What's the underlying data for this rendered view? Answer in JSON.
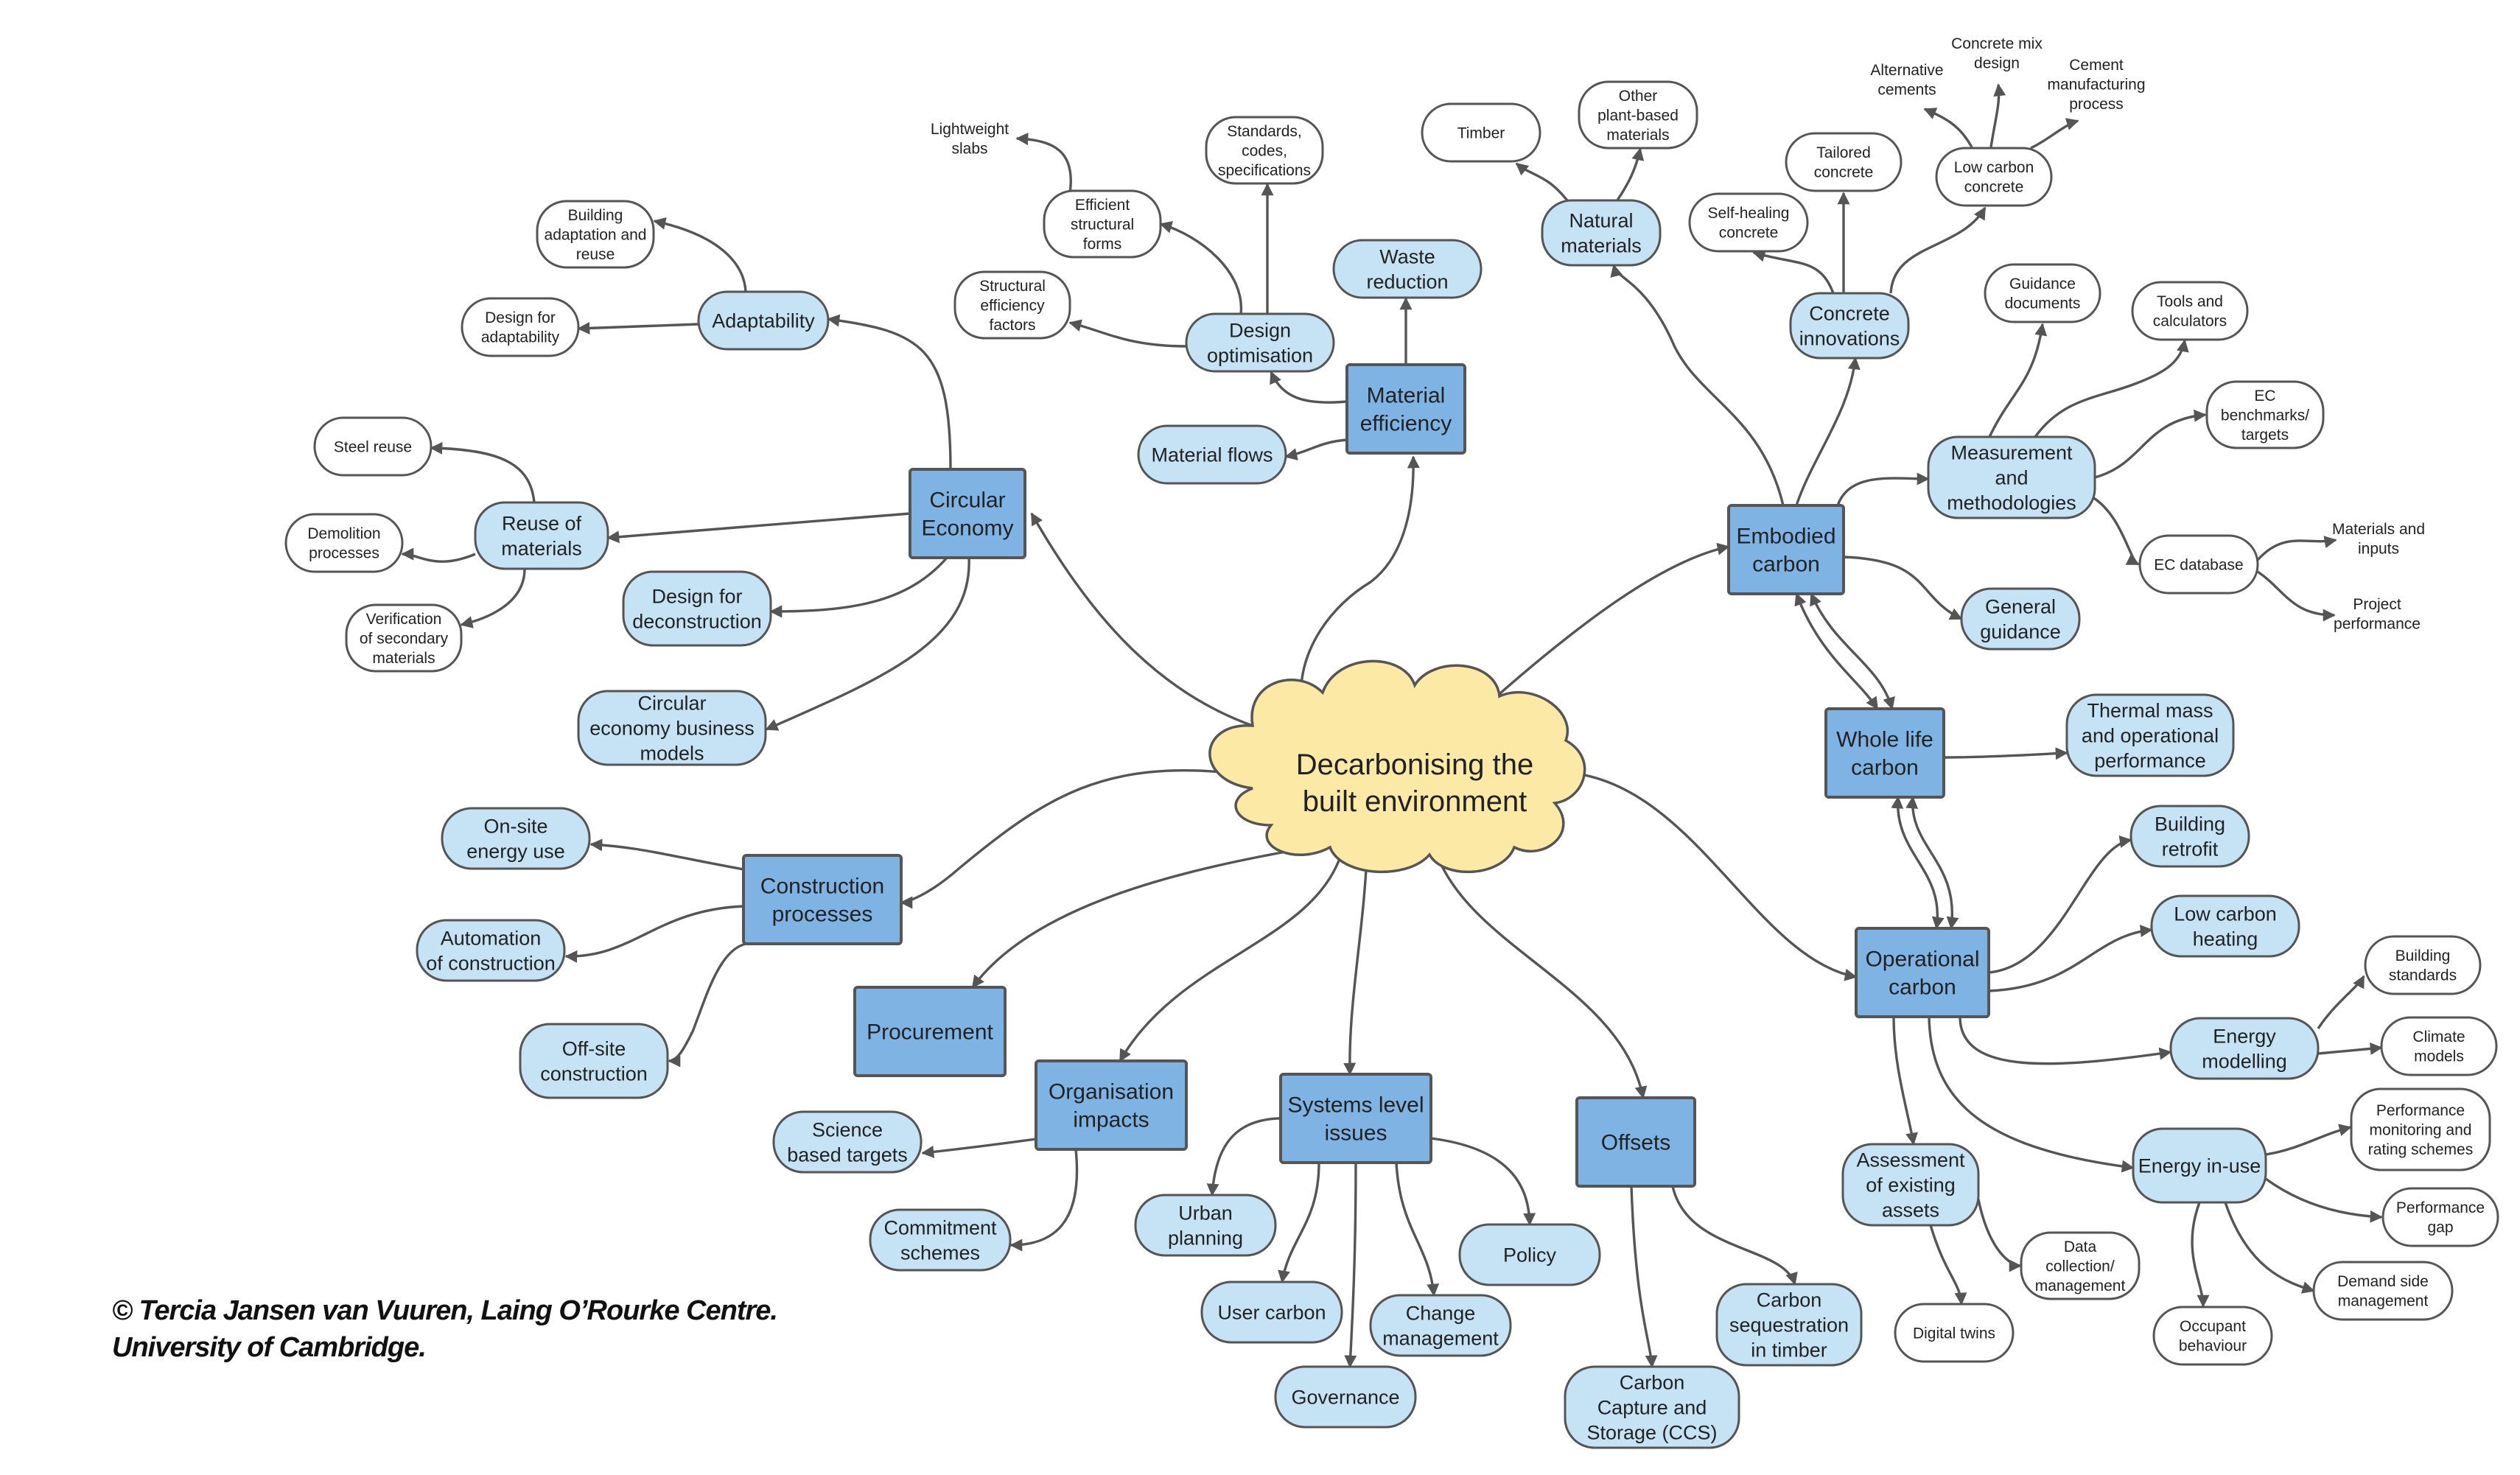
{
  "styles": {
    "root_fill": "#fde9a6",
    "main_fill": "#7fb3e3",
    "sub_fill": "#c6e3f6",
    "leaf_fill": "#ffffff",
    "stroke": "#555555"
  },
  "nodes": {
    "root": [
      "Decarbonising the",
      "built environment"
    ],
    "circular-economy": [
      "Circular",
      "Economy"
    ],
    "material-efficiency": [
      "Material",
      "efficiency"
    ],
    "embodied-carbon": [
      "Embodied",
      "carbon"
    ],
    "whole-life-carbon": [
      "Whole life",
      "carbon"
    ],
    "operational-carbon": [
      "Operational",
      "carbon"
    ],
    "construction-processes": [
      "Construction",
      "processes"
    ],
    "procurement": [
      "Procurement"
    ],
    "organisation-impacts": [
      "Organisation",
      "impacts"
    ],
    "systems-level-issues": [
      "Systems level",
      "issues"
    ],
    "offsets": [
      "Offsets"
    ],
    "adaptability": [
      "Adaptability"
    ],
    "building-adaptation-reuse": [
      "Building",
      "adaptation and",
      "reuse"
    ],
    "design-for-adaptability": [
      "Design for",
      "adaptability"
    ],
    "reuse-of-materials": [
      "Reuse of",
      "materials"
    ],
    "steel-reuse": [
      "Steel reuse"
    ],
    "demolition-processes": [
      "Demolition",
      "processes"
    ],
    "verification-secondary": [
      "Verification",
      "of secondary",
      "materials"
    ],
    "design-for-deconstruction": [
      "Design for",
      "deconstruction"
    ],
    "circular-business-models": [
      "Circular",
      "economy business",
      "models"
    ],
    "design-optimisation": [
      "Design",
      "optimisation"
    ],
    "lightweight-slabs": [
      "Lightweight",
      "slabs"
    ],
    "efficient-structural-forms": [
      "Efficient",
      "structural",
      "forms"
    ],
    "standards-codes": [
      "Standards,",
      "codes,",
      "specifications"
    ],
    "structural-efficiency-factors": [
      "Structural",
      "efficiency",
      "factors"
    ],
    "waste-reduction": [
      "Waste",
      "reduction"
    ],
    "material-flows": [
      "Material flows"
    ],
    "natural-materials": [
      "Natural",
      "materials"
    ],
    "timber": [
      "Timber"
    ],
    "other-plant-based": [
      "Other",
      "plant-based",
      "materials"
    ],
    "concrete-innovations": [
      "Concrete",
      "innovations"
    ],
    "self-healing-concrete": [
      "Self-healing",
      "concrete"
    ],
    "tailored-concrete": [
      "Tailored",
      "concrete"
    ],
    "low-carbon-concrete": [
      "Low carbon",
      "concrete"
    ],
    "alternative-cements": [
      "Alternative",
      "cements"
    ],
    "concrete-mix-design": [
      "Concrete mix",
      "design"
    ],
    "cement-manufacturing": [
      "Cement",
      "manufacturing",
      "process"
    ],
    "measurement-methodologies": [
      "Measurement",
      "and",
      "methodologies"
    ],
    "guidance-documents": [
      "Guidance",
      "documents"
    ],
    "tools-calculators": [
      "Tools and",
      "calculators"
    ],
    "ec-benchmarks": [
      "EC",
      "benchmarks/",
      "targets"
    ],
    "ec-database": [
      "EC database"
    ],
    "materials-inputs": [
      "Materials and",
      "inputs"
    ],
    "project-performance": [
      "Project",
      "performance"
    ],
    "general-guidance": [
      "General",
      "guidance"
    ],
    "thermal-mass": [
      "Thermal mass",
      "and operational",
      "performance"
    ],
    "building-retrofit": [
      "Building",
      "retrofit"
    ],
    "low-carbon-heating": [
      "Low carbon",
      "heating"
    ],
    "energy-modelling": [
      "Energy",
      "modelling"
    ],
    "building-standards": [
      "Building",
      "standards"
    ],
    "climate-models": [
      "Climate",
      "models"
    ],
    "energy-in-use": [
      "Energy in-use"
    ],
    "performance-monitoring": [
      "Performance",
      "monitoring and",
      "rating schemes"
    ],
    "performance-gap": [
      "Performance",
      "gap"
    ],
    "demand-side-management": [
      "Demand side",
      "management"
    ],
    "occupant-behaviour": [
      "Occupant",
      "behaviour"
    ],
    "assessment-existing-assets": [
      "Assessment",
      "of existing",
      "assets"
    ],
    "data-collection": [
      "Data",
      "collection/",
      "management"
    ],
    "digital-twins": [
      "Digital twins"
    ],
    "on-site-energy-use": [
      "On-site",
      "energy use"
    ],
    "automation-construction": [
      "Automation",
      "of construction"
    ],
    "off-site-construction": [
      "Off-site",
      "construction"
    ],
    "science-based-targets": [
      "Science",
      "based targets"
    ],
    "commitment-schemes": [
      "Commitment",
      "schemes"
    ],
    "urban-planning": [
      "Urban",
      "planning"
    ],
    "user-carbon": [
      "User carbon"
    ],
    "governance": [
      "Governance"
    ],
    "change-management": [
      "Change",
      "management"
    ],
    "policy": [
      "Policy"
    ],
    "carbon-sequestration-timber": [
      "Carbon",
      "sequestration",
      "in timber"
    ],
    "carbon-capture-storage": [
      "Carbon",
      "Capture and",
      "Storage (CCS)"
    ]
  },
  "credit": {
    "line1": "© Tercia Jansen van Vuuren, Laing O’Rourke Centre.",
    "line2": "University of Cambridge."
  }
}
